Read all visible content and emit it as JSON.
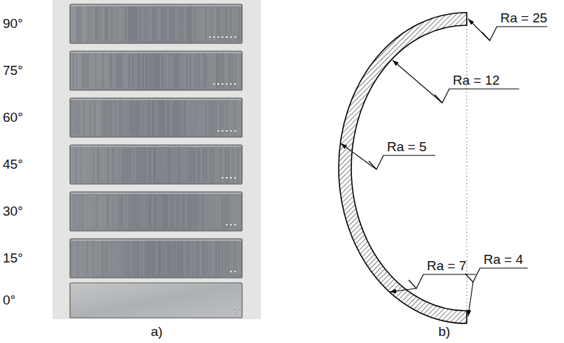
{
  "diagram": {
    "labels": [
      "90°",
      "75°",
      "60°",
      "45°",
      "30°",
      "15°",
      "0°",
      "a)",
      "b)",
      "Ra = 25",
      "Ra = 12",
      "Ra = 5",
      "Ra = 7",
      "Ra = 4"
    ]
  }
}
